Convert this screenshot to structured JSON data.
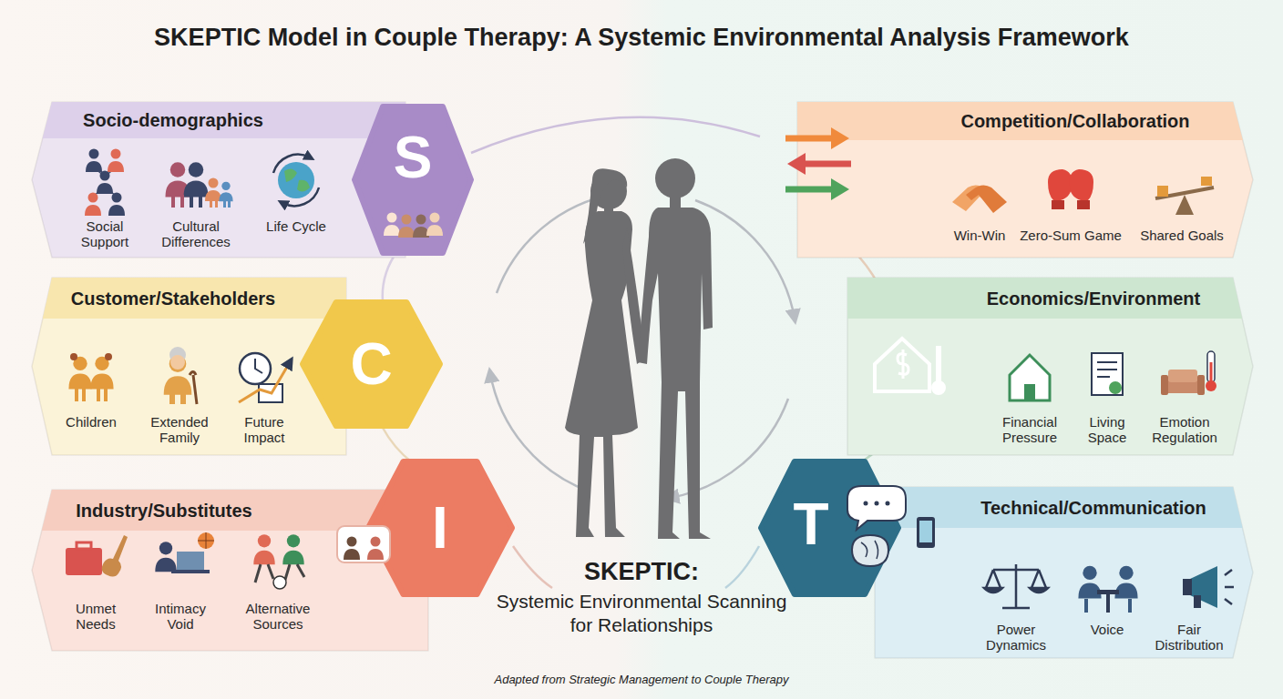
{
  "diagram": {
    "title": "SKEPTIC Model in Couple Therapy: A Systemic Environmental Analysis Framework",
    "caption": "Adapted from Strategic Management to Couple Therapy",
    "nodes": [
      {
        "text": [
          "Socio-demographics",
          "Social Support",
          "Cultural Differences",
          "Life Cycle"
        ]
      },
      {
        "text": [
          "S"
        ]
      },
      {
        "text": [
          "Competition/Collaboration",
          "Win-Win",
          "Zero-Sum Game",
          "Shared Goals"
        ]
      },
      {
        "text": [
          "Customer/Stakeholders",
          "Children",
          "Extended Family",
          "Future Impact"
        ]
      },
      {
        "text": [
          "C"
        ]
      },
      {
        "text": [
          "Economics/Environment",
          "Financial Pressure",
          "Living Space",
          "Emotion Regulation"
        ]
      },
      {
        "text": [
          "Industry/Substitutes",
          "Unmet Needs",
          "Intimacy Void",
          "Alternative Sources"
        ]
      },
      {
        "text": [
          "I"
        ]
      },
      {
        "text": [
          "Technical/Communication",
          "Power Dynamics",
          "Voice",
          "Fair Distribution"
        ]
      },
      {
        "text": [
          "T"
        ]
      }
    ],
    "labels": [
      "SKEPTIC:",
      "Systemic Environmental Scanning for Relationships"
    ]
  }
}
